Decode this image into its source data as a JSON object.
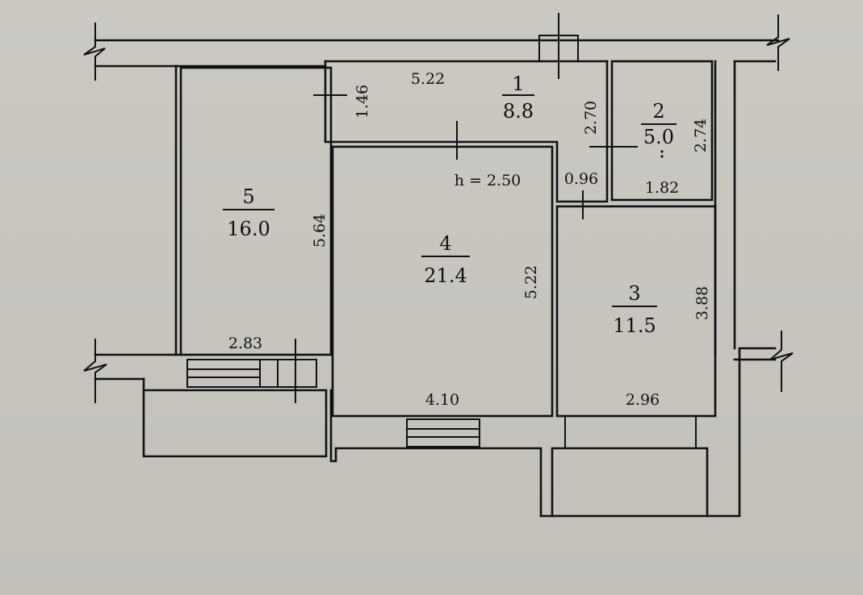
{
  "rooms": [
    {
      "number": "1",
      "area": "8.8"
    },
    {
      "number": "2",
      "area": "5.0"
    },
    {
      "number": "3",
      "area": "11.5"
    },
    {
      "number": "4",
      "area": "21.4"
    },
    {
      "number": "5",
      "area": "16.0"
    }
  ],
  "dimensions": {
    "room1_length": "5.22",
    "room1_width": "1.46",
    "room1_depth": "2.70",
    "room2_width": "1.82",
    "room2_depth": "2.74",
    "passage_width": "0.96",
    "room3_width": "2.96",
    "room3_depth": "3.88",
    "room4_width": "4.10",
    "room4_depth": "5.22",
    "room5_width": "2.83",
    "room5_depth": "5.64"
  },
  "ceiling_height": "h = 2.50",
  "colors": {
    "paper": "#c9c7c0",
    "ink": "#111111"
  }
}
